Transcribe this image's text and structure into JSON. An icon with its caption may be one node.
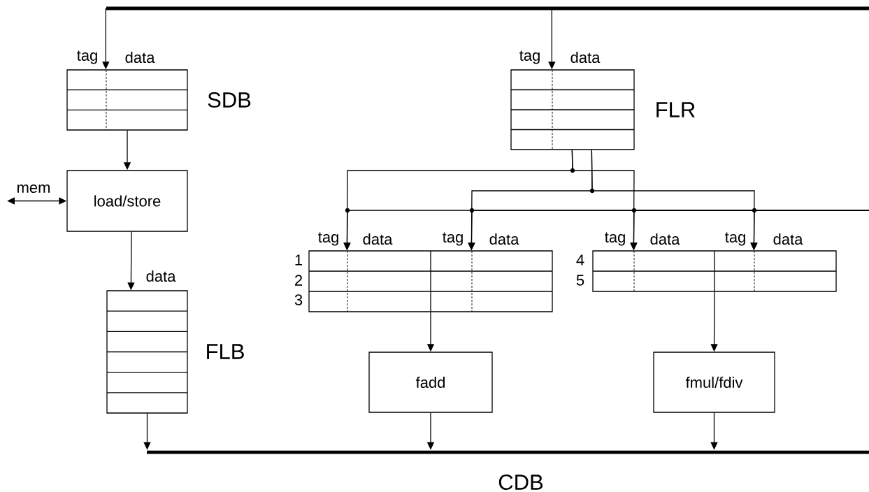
{
  "diagram": {
    "nodes": [
      {
        "text": [],
        "shape": "bar"
      },
      {
        "text": [
          "SDB"
        ]
      },
      {
        "text": [
          "FLR"
        ]
      },
      {
        "text": [
          "load/store"
        ]
      },
      {
        "text": [],
        "shape": "box",
        "beside": [
          "1",
          "2",
          "3"
        ]
      },
      {
        "text": [],
        "shape": "box",
        "beside": [
          "4",
          "5"
        ]
      },
      {
        "text": [
          "FLB"
        ]
      },
      {
        "text": [
          "fadd"
        ]
      },
      {
        "text": [
          "fmul/fdiv"
        ]
      },
      {
        "text": [
          "CDB"
        ]
      }
    ],
    "edges": [
      {
        "from": 0,
        "to": 1,
        "arrow": "to"
      },
      {
        "from": 0,
        "to": 2,
        "arrow": "to"
      },
      {
        "from": 1,
        "to": 3,
        "arrow": "to"
      },
      {
        "from": null,
        "to": 3,
        "arrow": "both",
        "label": "mem"
      },
      {
        "from": 3,
        "to": 6,
        "arrow": "to"
      },
      {
        "from": 6,
        "to": 9,
        "arrow": "to"
      },
      {
        "from": 4,
        "to": 7,
        "arrow": "to"
      },
      {
        "from": 5,
        "to": 8,
        "arrow": "to"
      },
      {
        "from": 7,
        "to": 9,
        "arrow": "to"
      },
      {
        "from": 8,
        "to": 9,
        "arrow": "to"
      },
      {
        "from": 2,
        "to": 4,
        "arrow": "to"
      },
      {
        "from": 2,
        "to": 5,
        "arrow": "to"
      },
      {
        "from": 2,
        "to": 4,
        "arrow": "to"
      },
      {
        "from": 2,
        "to": 5,
        "arrow": "to"
      },
      {
        "from": null,
        "to": 4,
        "arrow": "to"
      },
      {
        "from": null,
        "to": 4,
        "arrow": "to"
      },
      {
        "from": null,
        "to": 5,
        "arrow": "to"
      },
      {
        "from": null,
        "to": 5,
        "arrow": "to"
      }
    ],
    "labels": [
      "tag",
      "data",
      "tag",
      "data",
      "tag",
      "data",
      "tag",
      "data",
      "tag",
      "data",
      "tag",
      "data",
      "data"
    ]
  }
}
